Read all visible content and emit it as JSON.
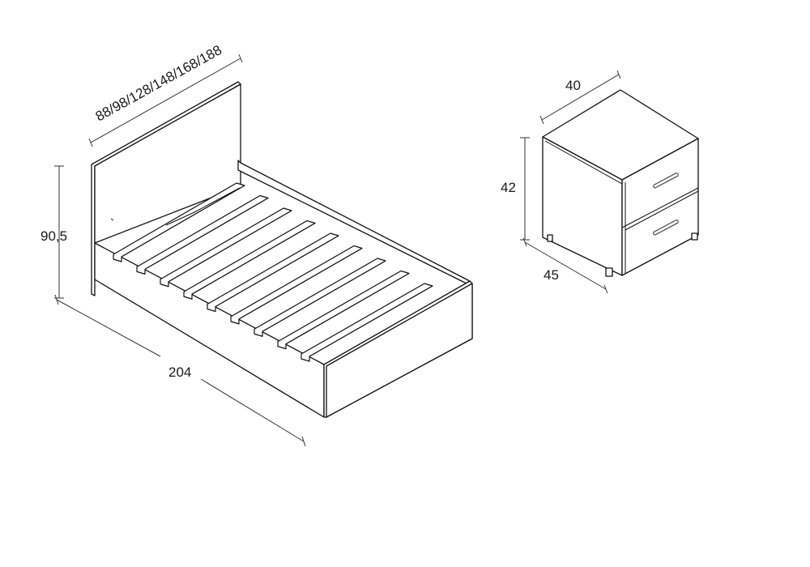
{
  "bed": {
    "width_options_label": "88/98/128/148/168/188",
    "height_label": "90,5",
    "length_label": "204"
  },
  "nightstand": {
    "width_label": "40",
    "height_label": "42",
    "depth_label": "45",
    "drawer_count": 2
  }
}
